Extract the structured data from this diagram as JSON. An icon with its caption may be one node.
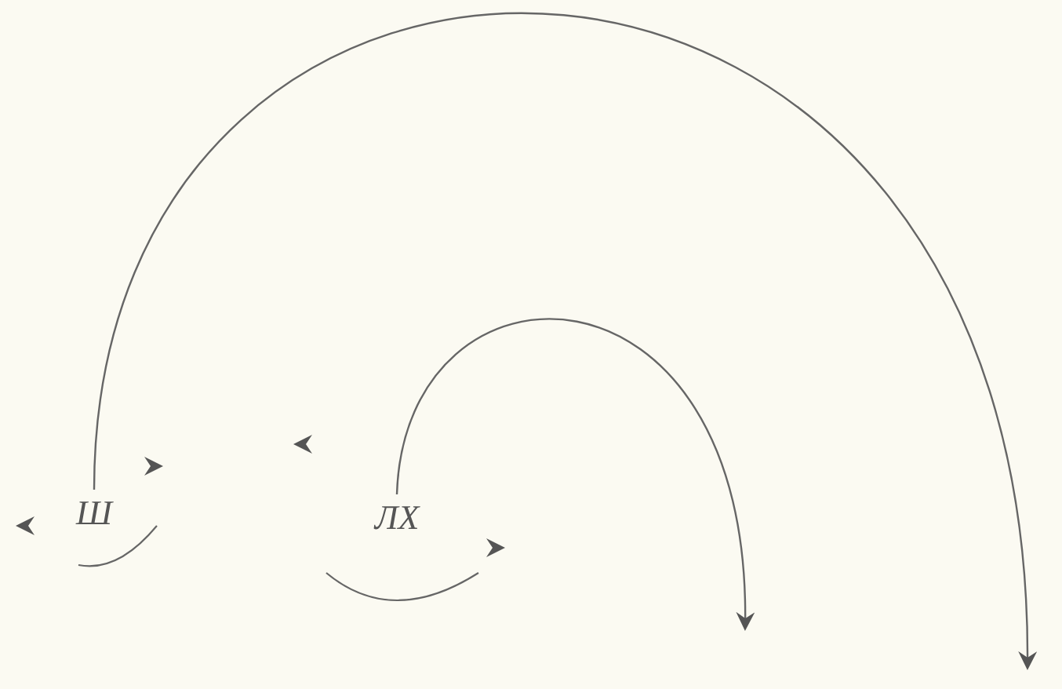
{
  "diagram": {
    "nodes": [
      {
        "text": [
          "Ш"
        ]
      },
      {
        "text": [
          "ЛХ"
        ]
      }
    ],
    "edges": [
      {
        "from": 0,
        "to": null,
        "arrow": "to"
      },
      {
        "from": 1,
        "to": null,
        "arrow": "to"
      }
    ]
  }
}
